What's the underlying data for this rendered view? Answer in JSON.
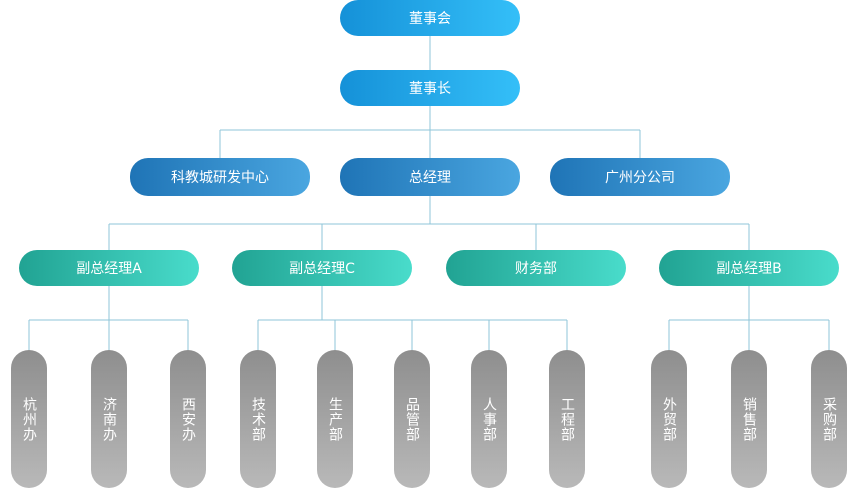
{
  "org": {
    "board": "董事会",
    "chairman": "董事长",
    "rd_center": "科教城研发中心",
    "gm": "总经理",
    "guangzhou": "广州分公司",
    "vp_a": "副总经理A",
    "vp_c": "副总经理C",
    "finance": "财务部",
    "vp_b": "副总经理B",
    "hangzhou": "杭州办",
    "jinan": "济南办",
    "xian": "西安办",
    "tech": "技术部",
    "production": "生产部",
    "quality": "品管部",
    "hr": "人事部",
    "engineering": "工程部",
    "foreign_trade": "外贸部",
    "sales": "销售部",
    "purchasing": "采购部"
  }
}
